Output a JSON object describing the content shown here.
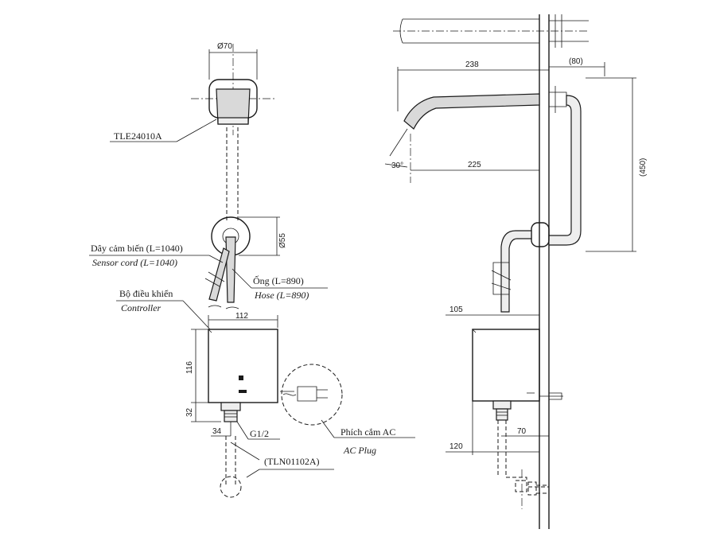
{
  "front_view": {
    "dim_diameter_top": "Ø70",
    "model_spout": "TLE24010A",
    "dim_diameter_flange": "Ø55",
    "sensor_cord_vi": "Dây cảm biến (L=1040)",
    "sensor_cord_en": "Sensor cord (L=1040)",
    "hose_vi": "Ống (L=890)",
    "hose_en": "Hose (L=890)",
    "controller_vi": "Bộ điều khiển",
    "controller_en": "Controller",
    "dim_width": "112",
    "dim_height": "116",
    "dim_bottom": "32",
    "dim_offset": "34",
    "thread": "G1/2",
    "plug_vi": "Phích cắm AC",
    "plug_en": "AC Plug",
    "model_valve": "(TLN01102A)"
  },
  "side_view": {
    "dim_reach": "238",
    "dim_wall": "(80)",
    "dim_spout": "225",
    "dim_angle": "30°",
    "dim_height": "(450)",
    "dim_controller_width": "105",
    "dim_valve_offset": "70",
    "dim_bottom_height": "120"
  }
}
